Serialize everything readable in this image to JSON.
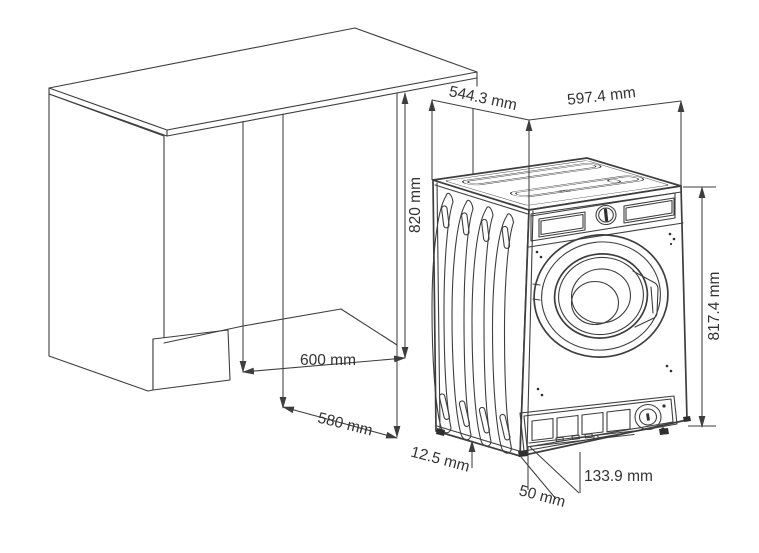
{
  "colors": {
    "background": "#ffffff",
    "line": "#3e3e3e",
    "text": "#333333"
  },
  "dims": {
    "depth_top": "544.3 mm",
    "width_top": "597.4 mm",
    "cabinet_height": "820 mm",
    "machine_height": "817.4 mm",
    "niche_width": "600 mm",
    "niche_depth": "580 mm",
    "base_rail": "12.5 mm",
    "foot_recess": "50 mm",
    "plinth_height": "133.9 mm"
  }
}
